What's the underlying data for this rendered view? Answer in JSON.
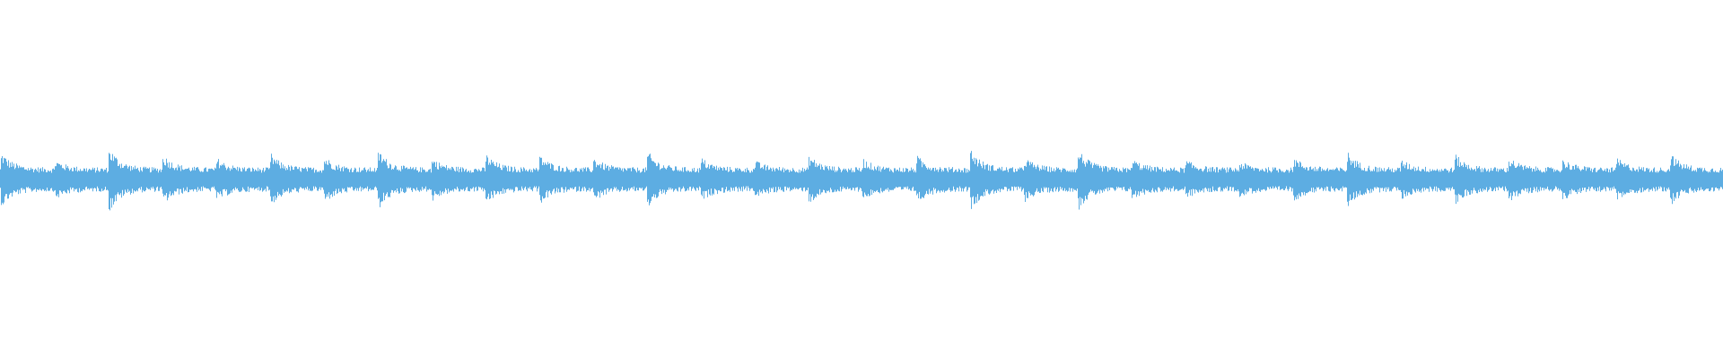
{
  "waveform": {
    "color": "#5dade2",
    "background": "#ffffff",
    "beat_count": 32,
    "beat_attacks": [
      0.75,
      0.55,
      0.9,
      0.7,
      0.6,
      0.72,
      0.65,
      0.82,
      0.6,
      0.7,
      0.68,
      0.62,
      0.78,
      0.6,
      0.52,
      0.68,
      0.58,
      0.66,
      0.85,
      0.62,
      0.84,
      0.58,
      0.54,
      0.5,
      0.62,
      0.76,
      0.55,
      0.7,
      0.62,
      0.58,
      0.6,
      0.72
    ],
    "sustain_level": 0.32,
    "peak_amplitude": 0.6
  }
}
